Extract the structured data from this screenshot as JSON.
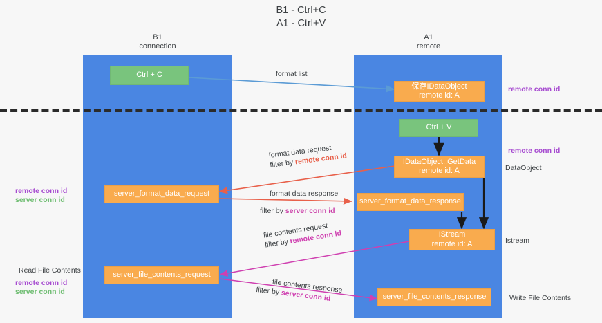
{
  "title": {
    "line1": "B1 - Ctrl+C",
    "line2": "A1 - Ctrl+V"
  },
  "lanes": [
    {
      "id": "b1",
      "name": "B1",
      "role": "connection",
      "color": "#4a86e2"
    },
    {
      "id": "a1",
      "name": "A1",
      "role": "remote",
      "color": "#4a86e2"
    }
  ],
  "colors": {
    "lane": "#4a86e2",
    "green_box": "#79c47d",
    "orange_box": "#f9ab4e",
    "purple_text": "#a64ad0",
    "green_text": "#6fbd72",
    "red_arrow": "#e8604a",
    "magenta_arrow": "#cf3fb0",
    "blue_arrow": "#5b9bd5",
    "black_arrow": "#1a1a1a",
    "divider": "#2b2b2b",
    "body_text": "#3c4043",
    "background": "#f7f7f7"
  },
  "boxes": {
    "ctrl_c": {
      "line1": "Ctrl + C",
      "line2": ""
    },
    "idataobject_store": {
      "line1": "保存IDataObject",
      "line2": "remote id: A"
    },
    "ctrl_v": {
      "line1": "Ctrl + V",
      "line2": ""
    },
    "getdata": {
      "line1": "IDataObject::GetData",
      "line2": "remote id: A"
    },
    "server_format_data_request": {
      "line1": "server_format_data_request",
      "line2": ""
    },
    "server_format_data_response": {
      "line1": "server_format_data_response",
      "line2": ""
    },
    "istream": {
      "line1": "IStream",
      "line2": "remote id: A"
    },
    "server_file_contents_request": {
      "line1": "server_file_contents_request",
      "line2": ""
    },
    "server_file_contents_response": {
      "line1": "server_file_contents_response",
      "line2": ""
    }
  },
  "edge_labels": {
    "format_list": "format list",
    "format_data_request": "format data request",
    "format_data_request_filter_prefix": "filter by ",
    "format_data_request_filter_key": "remote conn id",
    "format_data_response": "format data response",
    "format_data_response_filter_prefix": "filter by ",
    "format_data_response_filter_key": "server conn id",
    "file_contents_request": "file contents request",
    "file_contents_request_filter_prefix": "filter by ",
    "file_contents_request_filter_key": "remote conn id",
    "file_contents_response": "file contents response",
    "file_contents_response_filter_prefix": "filter by ",
    "file_contents_response_filter_key": "server conn id"
  },
  "annotations": {
    "right_remote_conn_id_top": "remote conn id",
    "right_remote_conn_id_mid": "remote conn id",
    "right_dataobject": "DataObject",
    "right_istream": "Istream",
    "right_write_file_contents": "Write File Contents",
    "left_mid_remote_conn_id": "remote conn id",
    "left_mid_server_conn_id": "server conn id",
    "left_read_file_contents": "Read File Contents",
    "left_bot_remote_conn_id": "remote conn id",
    "left_bot_server_conn_id": "server conn id"
  }
}
